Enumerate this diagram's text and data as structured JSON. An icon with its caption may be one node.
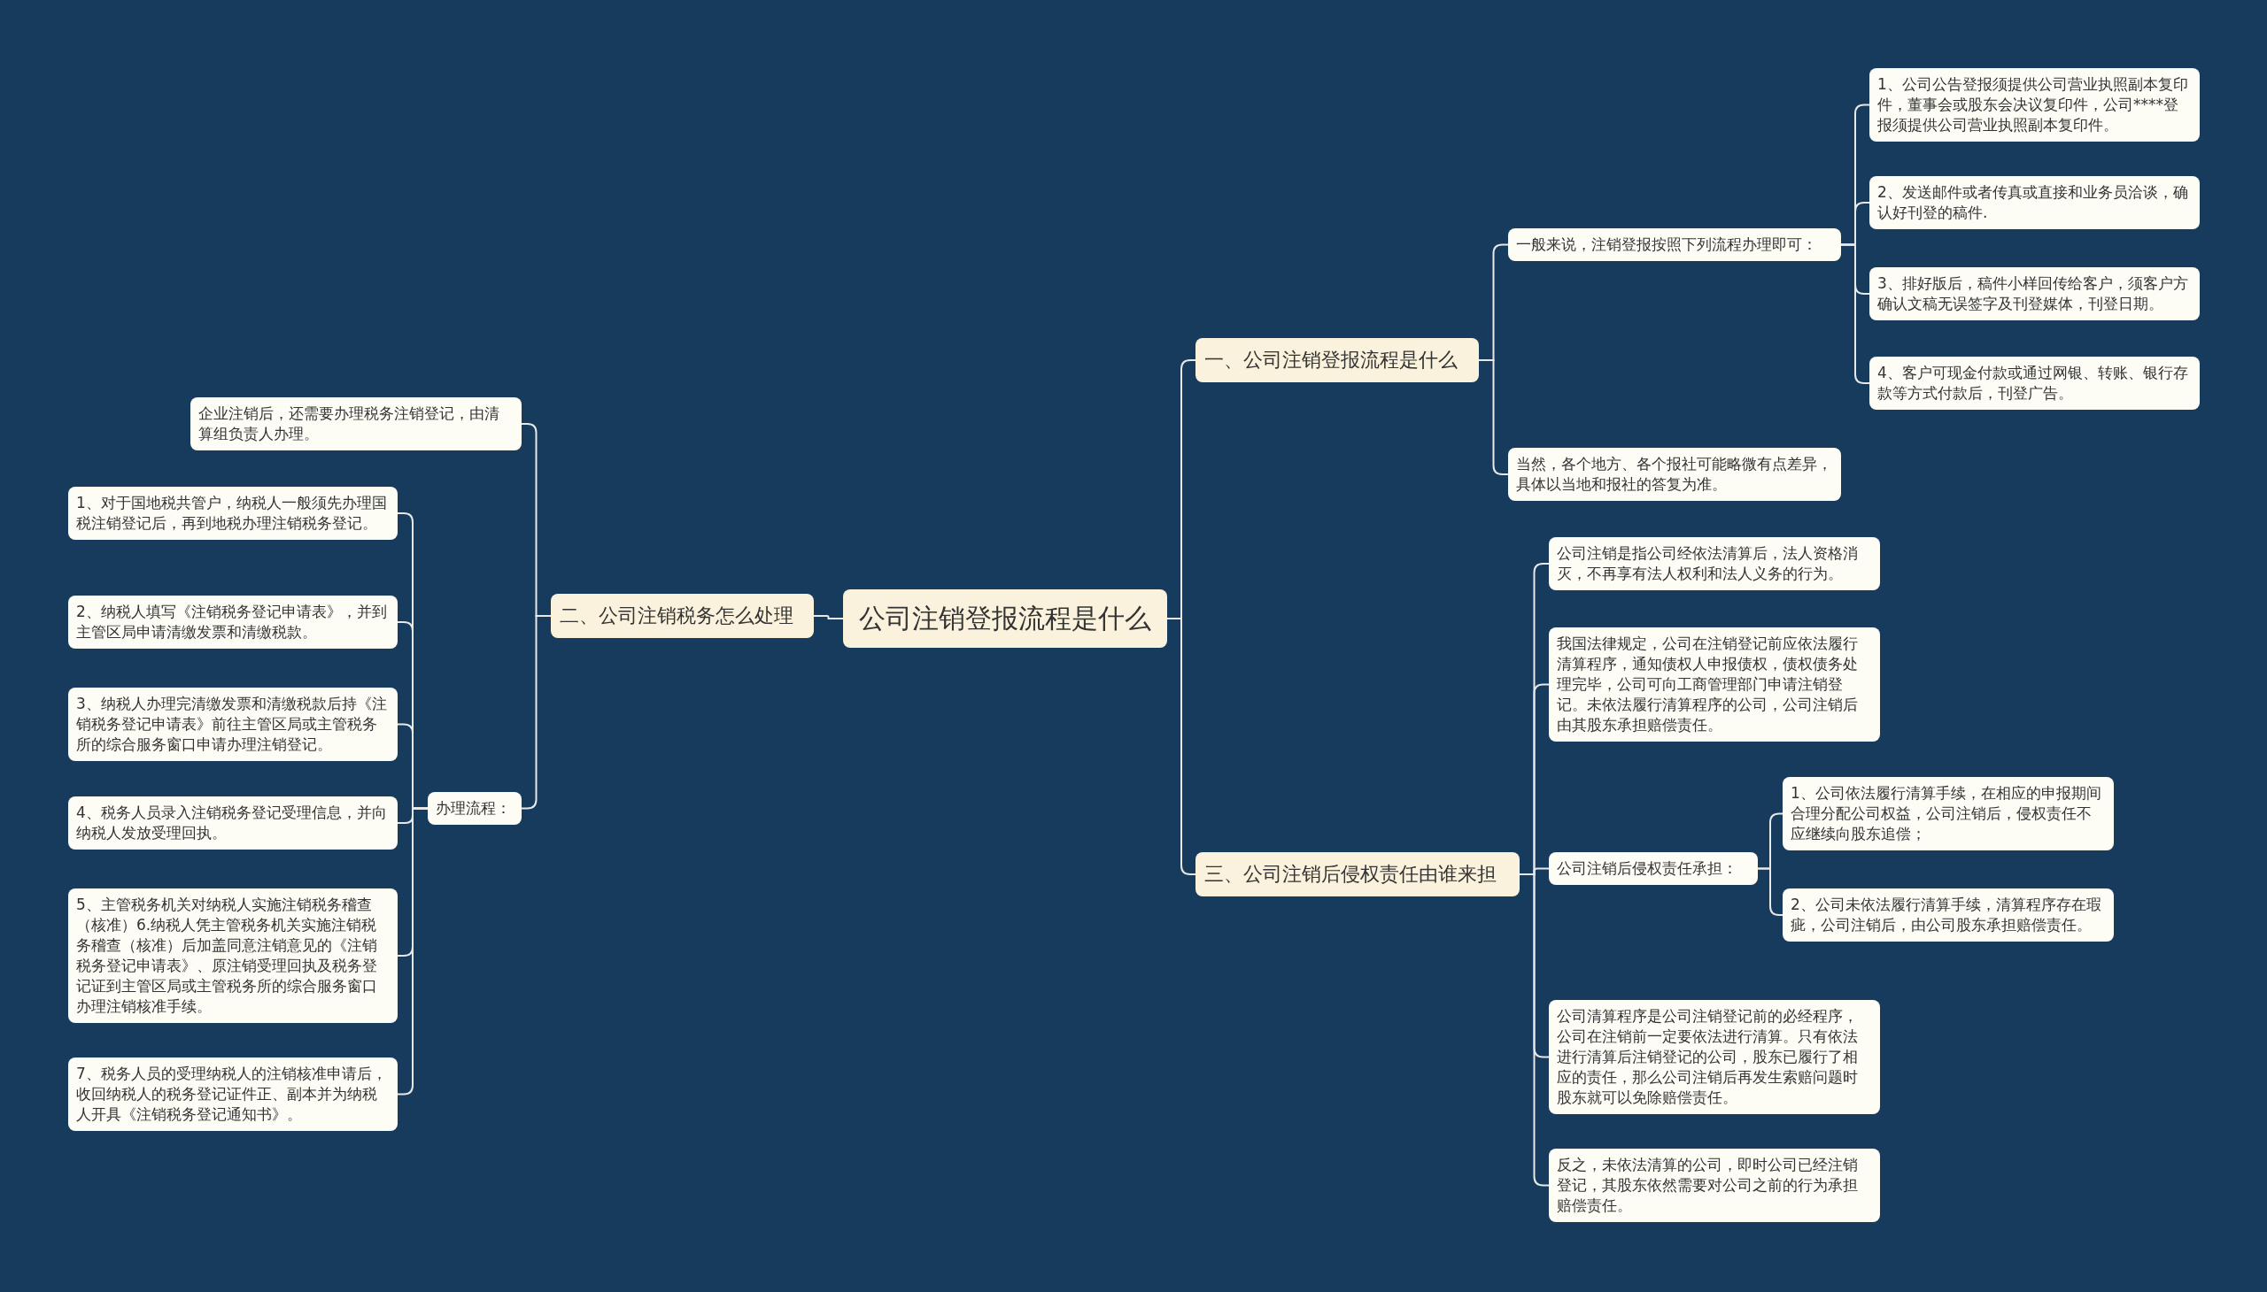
{
  "diagram": {
    "nodes": [
      {
        "text": [
          "公司注销登报流程是什么"
        ]
      },
      {
        "text": [
          "一、公司注销登报流程是什么"
        ]
      },
      {
        "text": [
          "一般来说，注销登报按照下列流程办理即可："
        ]
      },
      {
        "text": [
          "1、公司公告登报须提供公司营业执照副本复印件，董事会或股东会决议复印件，公司****登报须提供公司营业执照副本复印件。"
        ]
      },
      {
        "text": [
          "2、发送邮件或者传真或直接和业务员洽谈，确认好刊登的稿件."
        ]
      },
      {
        "text": [
          "3、排好版后，稿件小样回传给客户，须客户方确认文稿无误签字及刊登媒体，刊登日期。"
        ]
      },
      {
        "text": [
          "4、客户可现金付款或通过网银、转账、银行存款等方式付款后，刊登广告。"
        ]
      },
      {
        "text": [
          "当然，各个地方、各个报社可能略微有点差异，具体以当地和报社的答复为准。"
        ]
      },
      {
        "text": [
          "二、公司注销税务怎么处理"
        ]
      },
      {
        "text": [
          "企业注销后，还需要办理税务注销登记，由清算组负责人办理。"
        ]
      },
      {
        "text": [
          "办理流程："
        ]
      },
      {
        "text": [
          "1、对于国地税共管户，纳税人一般须先办理国税注销登记后，再到地税办理注销税务登记。"
        ]
      },
      {
        "text": [
          "2、纳税人填写《注销税务登记申请表》，并到主管区局申请清缴发票和清缴税款。"
        ]
      },
      {
        "text": [
          "3、纳税人办理完清缴发票和清缴税款后持《注销税务登记申请表》前往主管区局或主管税务所的综合服务窗口申请办理注销登记。"
        ]
      },
      {
        "text": [
          "4、税务人员录入注销税务登记受理信息，并向纳税人发放受理回执。"
        ]
      },
      {
        "text": [
          "5、主管税务机关对纳税人实施注销税务稽查（核准）6.纳税人凭主管税务机关实施注销税务稽查（核准）后加盖同意注销意见的《注销税务登记申请表》、原注销受理回执及税务登记证到主管区局或主管税务所的综合服务窗口办理注销核准手续。"
        ]
      },
      {
        "text": [
          "7、税务人员的受理纳税人的注销核准申请后，收回纳税人的税务登记证件正、副本并为纳税人开具《注销税务登记通知书》。"
        ]
      },
      {
        "text": [
          "三、公司注销后侵权责任由谁来担"
        ]
      },
      {
        "text": [
          "公司注销是指公司经依法清算后，法人资格消灭，不再享有法人权利和法人义务的行为。"
        ]
      },
      {
        "text": [
          "我国法律规定，公司在注销登记前应依法履行清算程序，通知债权人申报债权，债权债务处理完毕，公司可向工商管理部门申请注销登记。未依法履行清算程序的公司，公司注销后由其股东承担赔偿责任。"
        ]
      },
      {
        "text": [
          "公司注销后侵权责任承担："
        ]
      },
      {
        "text": [
          "1、公司依法履行清算手续，在相应的申报期间合理分配公司权益，公司注销后，侵权责任不应继续向股东追偿；"
        ]
      },
      {
        "text": [
          "2、公司未依法履行清算手续，清算程序存在瑕疵，公司注销后，由公司股东承担赔偿责任。"
        ]
      },
      {
        "text": [
          "公司清算程序是公司注销登记前的必经程序，公司在注销前一定要依法进行清算。只有依法进行清算后注销登记的公司，股东已履行了相应的责任，那么公司注销后再发生索赔问题时股东就可以免除赔偿责任。"
        ]
      },
      {
        "text": [
          "反之，未依法清算的公司，即时公司已经注销登记，其股东依然需要对公司之前的行为承担赔偿责任。"
        ]
      }
    ],
    "edges": [
      {
        "from": 0,
        "to": 1,
        "arrow": "none"
      },
      {
        "from": 1,
        "to": 2,
        "arrow": "none"
      },
      {
        "from": 2,
        "to": 3,
        "arrow": "none"
      },
      {
        "from": 2,
        "to": 4,
        "arrow": "none"
      },
      {
        "from": 2,
        "to": 5,
        "arrow": "none"
      },
      {
        "from": 2,
        "to": 6,
        "arrow": "none"
      },
      {
        "from": 1,
        "to": 7,
        "arrow": "none"
      },
      {
        "from": 0,
        "to": 8,
        "arrow": "none"
      },
      {
        "from": 8,
        "to": 9,
        "arrow": "none"
      },
      {
        "from": 8,
        "to": 10,
        "arrow": "none"
      },
      {
        "from": 10,
        "to": 11,
        "arrow": "none"
      },
      {
        "from": 10,
        "to": 12,
        "arrow": "none"
      },
      {
        "from": 10,
        "to": 13,
        "arrow": "none"
      },
      {
        "from": 10,
        "to": 14,
        "arrow": "none"
      },
      {
        "from": 10,
        "to": 15,
        "arrow": "none"
      },
      {
        "from": 10,
        "to": 16,
        "arrow": "none"
      },
      {
        "from": 0,
        "to": 17,
        "arrow": "none"
      },
      {
        "from": 17,
        "to": 18,
        "arrow": "none"
      },
      {
        "from": 17,
        "to": 19,
        "arrow": "none"
      },
      {
        "from": 17,
        "to": 20,
        "arrow": "none"
      },
      {
        "from": 20,
        "to": 21,
        "arrow": "none"
      },
      {
        "from": 20,
        "to": 22,
        "arrow": "none"
      },
      {
        "from": 17,
        "to": 23,
        "arrow": "none"
      },
      {
        "from": 17,
        "to": 24,
        "arrow": "none"
      }
    ]
  }
}
